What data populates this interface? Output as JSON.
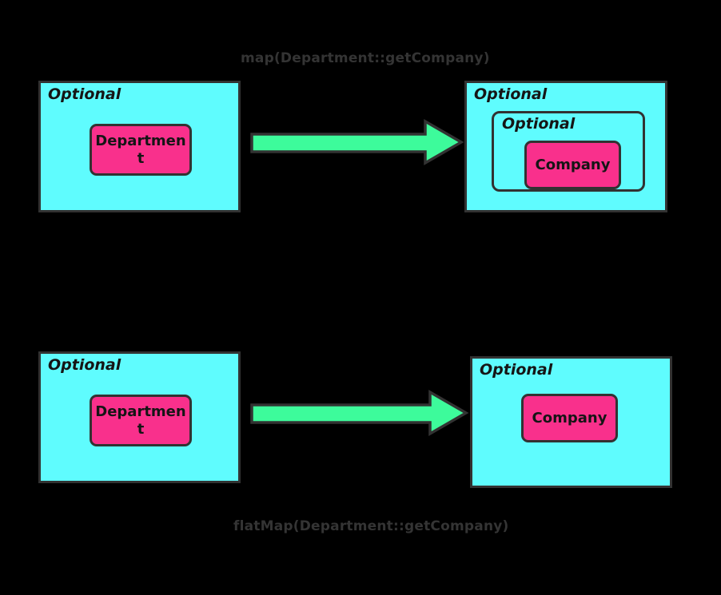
{
  "diagram": {
    "title_top": "map(Department::getCompany)",
    "title_bottom": "flatMap(Department::getCompany)",
    "colors": {
      "background": "#000000",
      "optional_fill": "#5FFCFE",
      "entity_fill": "#F9308C",
      "arrow_fill": "#3DFB9B",
      "stroke": "#323232",
      "caption_text": "#343434",
      "box_text": "#151515"
    },
    "rows": [
      {
        "id": "map-row",
        "caption": "map(Department::getCompany)",
        "caption_position": "above",
        "source": {
          "container_label": "Optional",
          "entity_label": "Department",
          "nested": false
        },
        "arrow": {
          "name": "map-arrow",
          "direction": "right",
          "color": "#3DFB9B"
        },
        "result": {
          "container_label": "Optional",
          "nested_container_label": "Optional",
          "entity_label": "Company",
          "nested": true
        }
      },
      {
        "id": "flatmap-row",
        "caption": "flatMap(Department::getCompany)",
        "caption_position": "below",
        "source": {
          "container_label": "Optional",
          "entity_label": "Department",
          "nested": false
        },
        "arrow": {
          "name": "flatmap-arrow",
          "direction": "right",
          "color": "#3DFB9B"
        },
        "result": {
          "container_label": "Optional",
          "entity_label": "Company",
          "nested": false
        }
      }
    ]
  }
}
